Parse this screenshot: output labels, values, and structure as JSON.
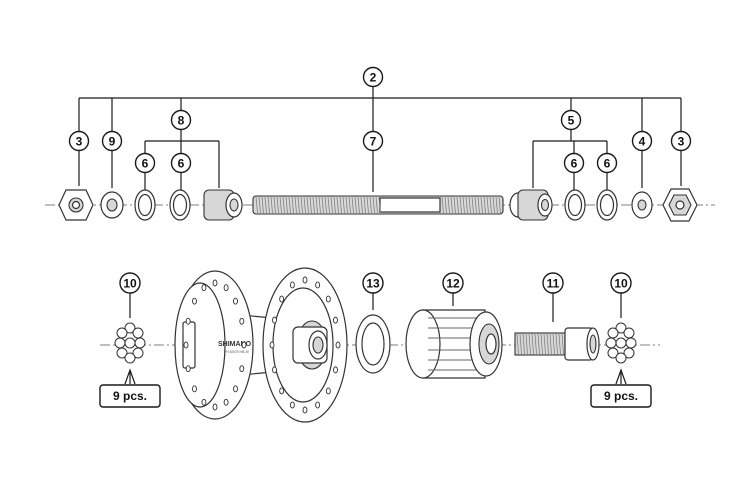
{
  "callouts": {
    "c2": "2",
    "c3_left": "3",
    "c9": "9",
    "c8": "8",
    "c6_a": "6",
    "c6_b": "6",
    "c7": "7",
    "c5": "5",
    "c6_c": "6",
    "c6_d": "6",
    "c4": "4",
    "c3_right": "3",
    "c10_left": "10",
    "c13": "13",
    "c12": "12",
    "c11": "11",
    "c10_right": "10"
  },
  "quantity_left": "9 pcs.",
  "quantity_right": "9 pcs.",
  "hub_brand": "SHIMANO",
  "hub_model": "FH-M475  HB-M"
}
